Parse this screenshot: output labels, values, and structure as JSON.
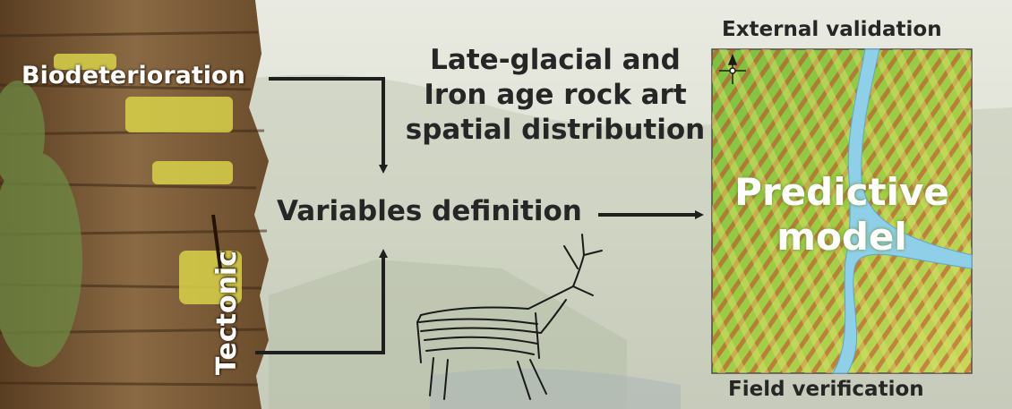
{
  "diagram": {
    "left_labels": {
      "biodeterioration": "Biodeterioration",
      "tectonic": "Tectonic"
    },
    "center": {
      "title_lines": [
        "Late-glacial and",
        "Iron age rock art",
        "spatial distribution"
      ],
      "variables": "Variables definition"
    },
    "right": {
      "top": "External validation",
      "bottom": "Field verification",
      "model_lines": [
        "Predictive",
        "model"
      ]
    },
    "colors": {
      "text_dark": "#262626",
      "arrow": "#1f1f1f",
      "river": "#8fd0e8",
      "map_green": "#6fbf3a",
      "map_red": "#c8402c",
      "map_yellow": "#d8d860"
    },
    "icons": [
      "north-arrow-icon",
      "deer-engraving-icon"
    ]
  }
}
